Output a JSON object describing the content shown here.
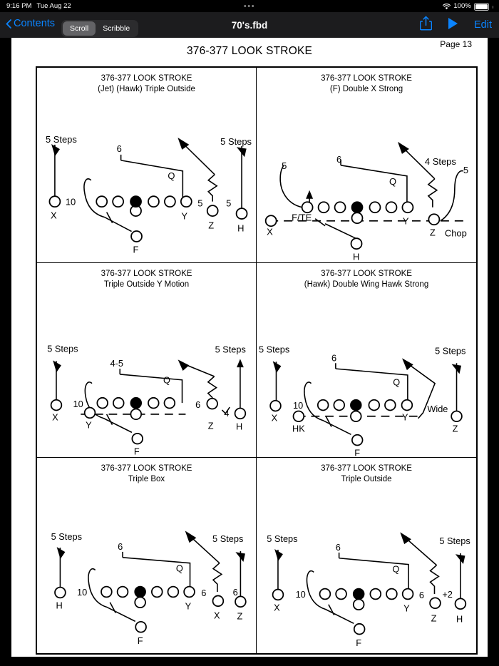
{
  "status_bar": {
    "time": "9:16 PM",
    "date": "Tue Aug 22",
    "center_dots": "•••",
    "battery_percent": "100%",
    "wifi_icon": "wifi-icon",
    "battery_icon": "battery-full-icon"
  },
  "toolbar": {
    "back_label": "Contents",
    "back_icon": "chevron-left-icon",
    "segments": [
      {
        "label": "Scroll",
        "active": true
      },
      {
        "label": "Scribble",
        "active": false
      }
    ],
    "title": "70's.fbd",
    "share_icon": "share-up-arrow-icon",
    "play_icon": "play-triangle-icon",
    "edit_label": "Edit"
  },
  "document": {
    "title": "376-377 LOOK STROKE",
    "page_label": "Page 13",
    "plays": [
      {
        "title_line1": "376-377 LOOK STROKE",
        "title_line2": "(Jet) (Hawk) Triple Outside",
        "labels": {
          "left_steps": "5 Steps",
          "right_steps": "5 Steps",
          "qb_depth": "6",
          "qb_letter": "Q",
          "x_split": "10",
          "receiver_left": "X",
          "receivers_right": [
            "Y",
            "Z",
            "H"
          ],
          "back": "F",
          "depth_left_of_z": "5",
          "depth_left_of_h": "5"
        },
        "has_line_of_scrimmage_dashes": false
      },
      {
        "title_line1": "376-377 LOOK STROKE",
        "title_line2": "(F) Double X Strong",
        "labels": {
          "left_steps": "5",
          "right_steps": "4 Steps",
          "far_right_num": "5",
          "qb_depth": "6",
          "qb_letter": "Q",
          "tight_end": "F/TE",
          "receiver_left": "X",
          "receivers_right": [
            "Y",
            "Z"
          ],
          "back": "H",
          "chop": "Chop"
        },
        "has_line_of_scrimmage_dashes": true
      },
      {
        "title_line1": "376-377 LOOK STROKE",
        "title_line2": "Triple Outside Y Motion",
        "labels": {
          "left_steps": "5 Steps",
          "right_steps": "5 Steps",
          "qb_depth": "4-5",
          "qb_letter": "Q",
          "x_split": "10",
          "receiver_left": "X",
          "motion_man": "Y",
          "receivers_right": [
            "Z",
            "H"
          ],
          "back": "F",
          "depth_left_of_z": "6",
          "depth_right_of_z": "4"
        },
        "has_line_of_scrimmage_dashes": true
      },
      {
        "title_line1": "376-377 LOOK STROKE",
        "title_line2": "(Hawk) Double Wing Hawk Strong",
        "labels": {
          "left_steps": "5 Steps",
          "right_steps": "5 Steps",
          "qb_depth": "6",
          "qb_letter": "Q",
          "x_split": "10",
          "receiver_left": "X",
          "hook_back": "HK",
          "receivers_right": [
            "Y",
            "Z"
          ],
          "back": "F",
          "wide": "Wide"
        },
        "has_line_of_scrimmage_dashes": true
      },
      {
        "title_line1": "376-377 LOOK STROKE",
        "title_line2": "Triple Box",
        "labels": {
          "left_steps": "5 Steps",
          "right_steps": "5 Steps",
          "qb_depth": "6",
          "qb_letter": "Q",
          "x_split": "10",
          "receiver_left": "H",
          "receivers_right": [
            "Y",
            "X",
            "Z"
          ],
          "back": "F",
          "depth_left_of_x": "6",
          "depth_left_of_z": "6"
        },
        "has_line_of_scrimmage_dashes": false
      },
      {
        "title_line1": "376-377 LOOK STROKE",
        "title_line2": "Triple Outside",
        "labels": {
          "left_steps": "5 Steps",
          "right_steps": "5 Steps",
          "qb_depth": "6",
          "qb_letter": "Q",
          "x_split": "10",
          "receiver_left": "X",
          "receivers_right": [
            "Y",
            "Z",
            "H"
          ],
          "back": "F",
          "depth_left_of_z": "6",
          "plus_two": "+2"
        },
        "has_line_of_scrimmage_dashes": false
      }
    ]
  },
  "colors": {
    "accent": "#0a84ff",
    "toolbar_bg": "#1c1c1e",
    "status_bg": "#000000",
    "page_bg": "#ffffff",
    "ink": "#000000"
  }
}
